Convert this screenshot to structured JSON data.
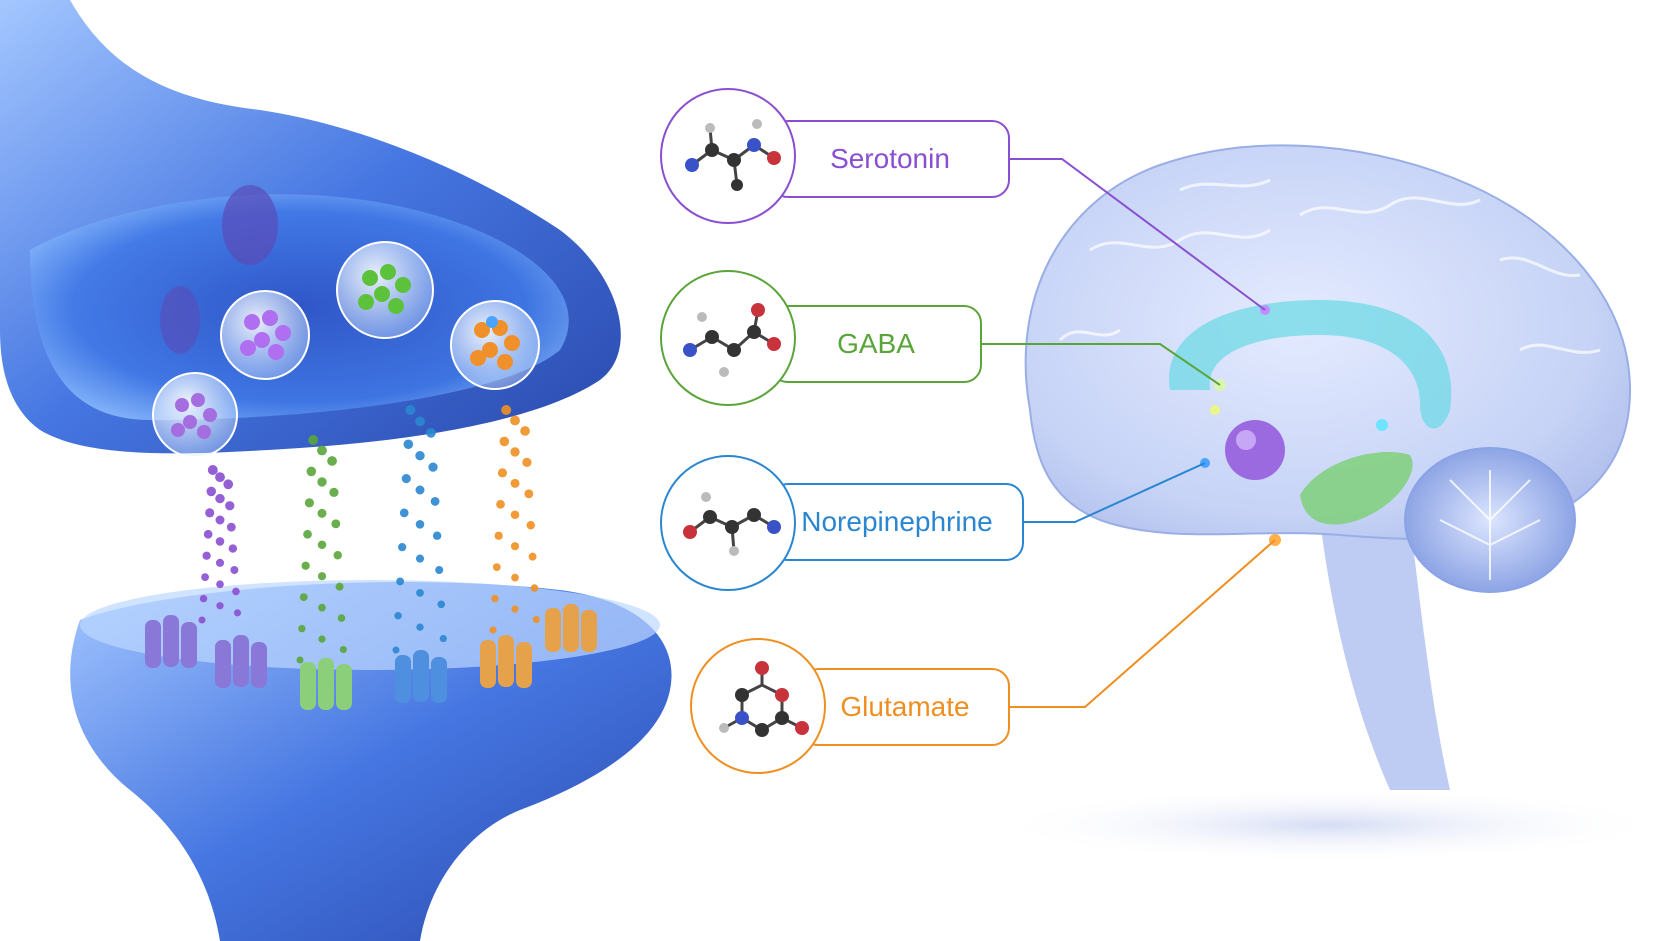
{
  "colors": {
    "serotonin": "#8a4fd0",
    "gaba": "#5aa53a",
    "norepinephrine": "#2a86d0",
    "glutamate": "#ef8f22",
    "neuron": "#3a6fd6",
    "brain": "#aab8ea"
  },
  "labels": [
    {
      "key": "serotonin",
      "text": "Serotonin"
    },
    {
      "key": "gaba",
      "text": "GABA"
    },
    {
      "key": "norepinephrine",
      "text": "Norepinephrine"
    },
    {
      "key": "glutamate",
      "text": "Glutamate"
    }
  ]
}
